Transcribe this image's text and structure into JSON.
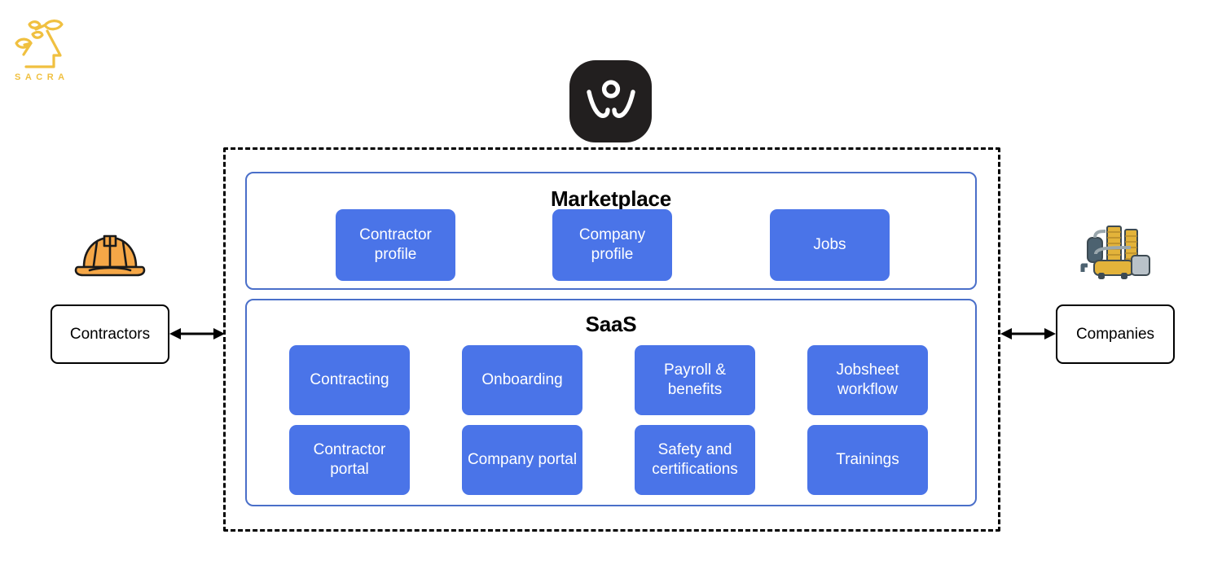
{
  "brand": {
    "logo_icon": "sacra-head-plant-logo",
    "wordmark": "SACRA",
    "color": "#f0c040"
  },
  "app": {
    "icon_name": "workwhile-app-icon",
    "icon_background": "#221f1f",
    "icon_glyph_color": "#ffffff"
  },
  "colors": {
    "card_blue": "#4a74e8",
    "panel_border_blue": "#4a6fc9",
    "boundary_dashed": "#000000",
    "card_text": "#ffffff"
  },
  "actors": {
    "left": {
      "emoji_name": "hard-hat-icon",
      "label": "Contractors",
      "connector_name": "bidirectional-arrow-icon"
    },
    "right": {
      "emoji_name": "factory-icon",
      "label": "Companies",
      "connector_name": "bidirectional-arrow-icon"
    }
  },
  "sections": [
    {
      "id": "marketplace",
      "title": "Marketplace",
      "cards": [
        {
          "label": "Contractor profile"
        },
        {
          "label": "Company profile"
        },
        {
          "label": "Jobs"
        }
      ]
    },
    {
      "id": "saas",
      "title": "SaaS",
      "cards": [
        {
          "label": "Contracting"
        },
        {
          "label": "Onboarding"
        },
        {
          "label": "Payroll & benefits"
        },
        {
          "label": "Jobsheet workflow"
        },
        {
          "label": "Contractor portal"
        },
        {
          "label": "Company portal"
        },
        {
          "label": "Safety and certifications"
        },
        {
          "label": "Trainings"
        }
      ]
    }
  ]
}
